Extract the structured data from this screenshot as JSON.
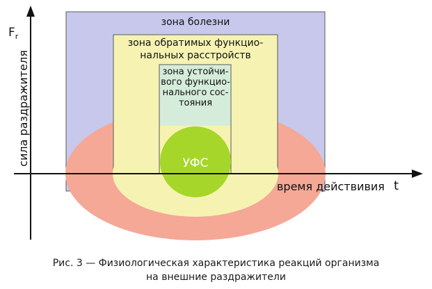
{
  "diagram": {
    "y_axis": {
      "label": "сила раздражителя",
      "symbol": "F",
      "symbol_sub": "r"
    },
    "x_axis": {
      "label": "время действивия",
      "symbol": "t"
    },
    "zones": {
      "disease": {
        "label": "зона болезни",
        "color": "#c7c8ec"
      },
      "reversible": {
        "lines": [
          "зона обратимых функцио-",
          "нальных расстройств"
        ],
        "color": "#f6f3b2"
      },
      "stable": {
        "lines": [
          "зона устойчи-",
          "вого функцио-",
          "нального сос-",
          "тояния"
        ],
        "color": "#d5ecda"
      },
      "ufs": {
        "label": "УФС",
        "color": "#a6d62a"
      }
    },
    "ellipse_outer_color": "#f5a896",
    "ellipse_middle_color": "#f6f3b2"
  },
  "caption": {
    "line1": "Рис. 3 — Физиологическая характеристика реакций организма",
    "line2": "на внешние раздражители"
  }
}
